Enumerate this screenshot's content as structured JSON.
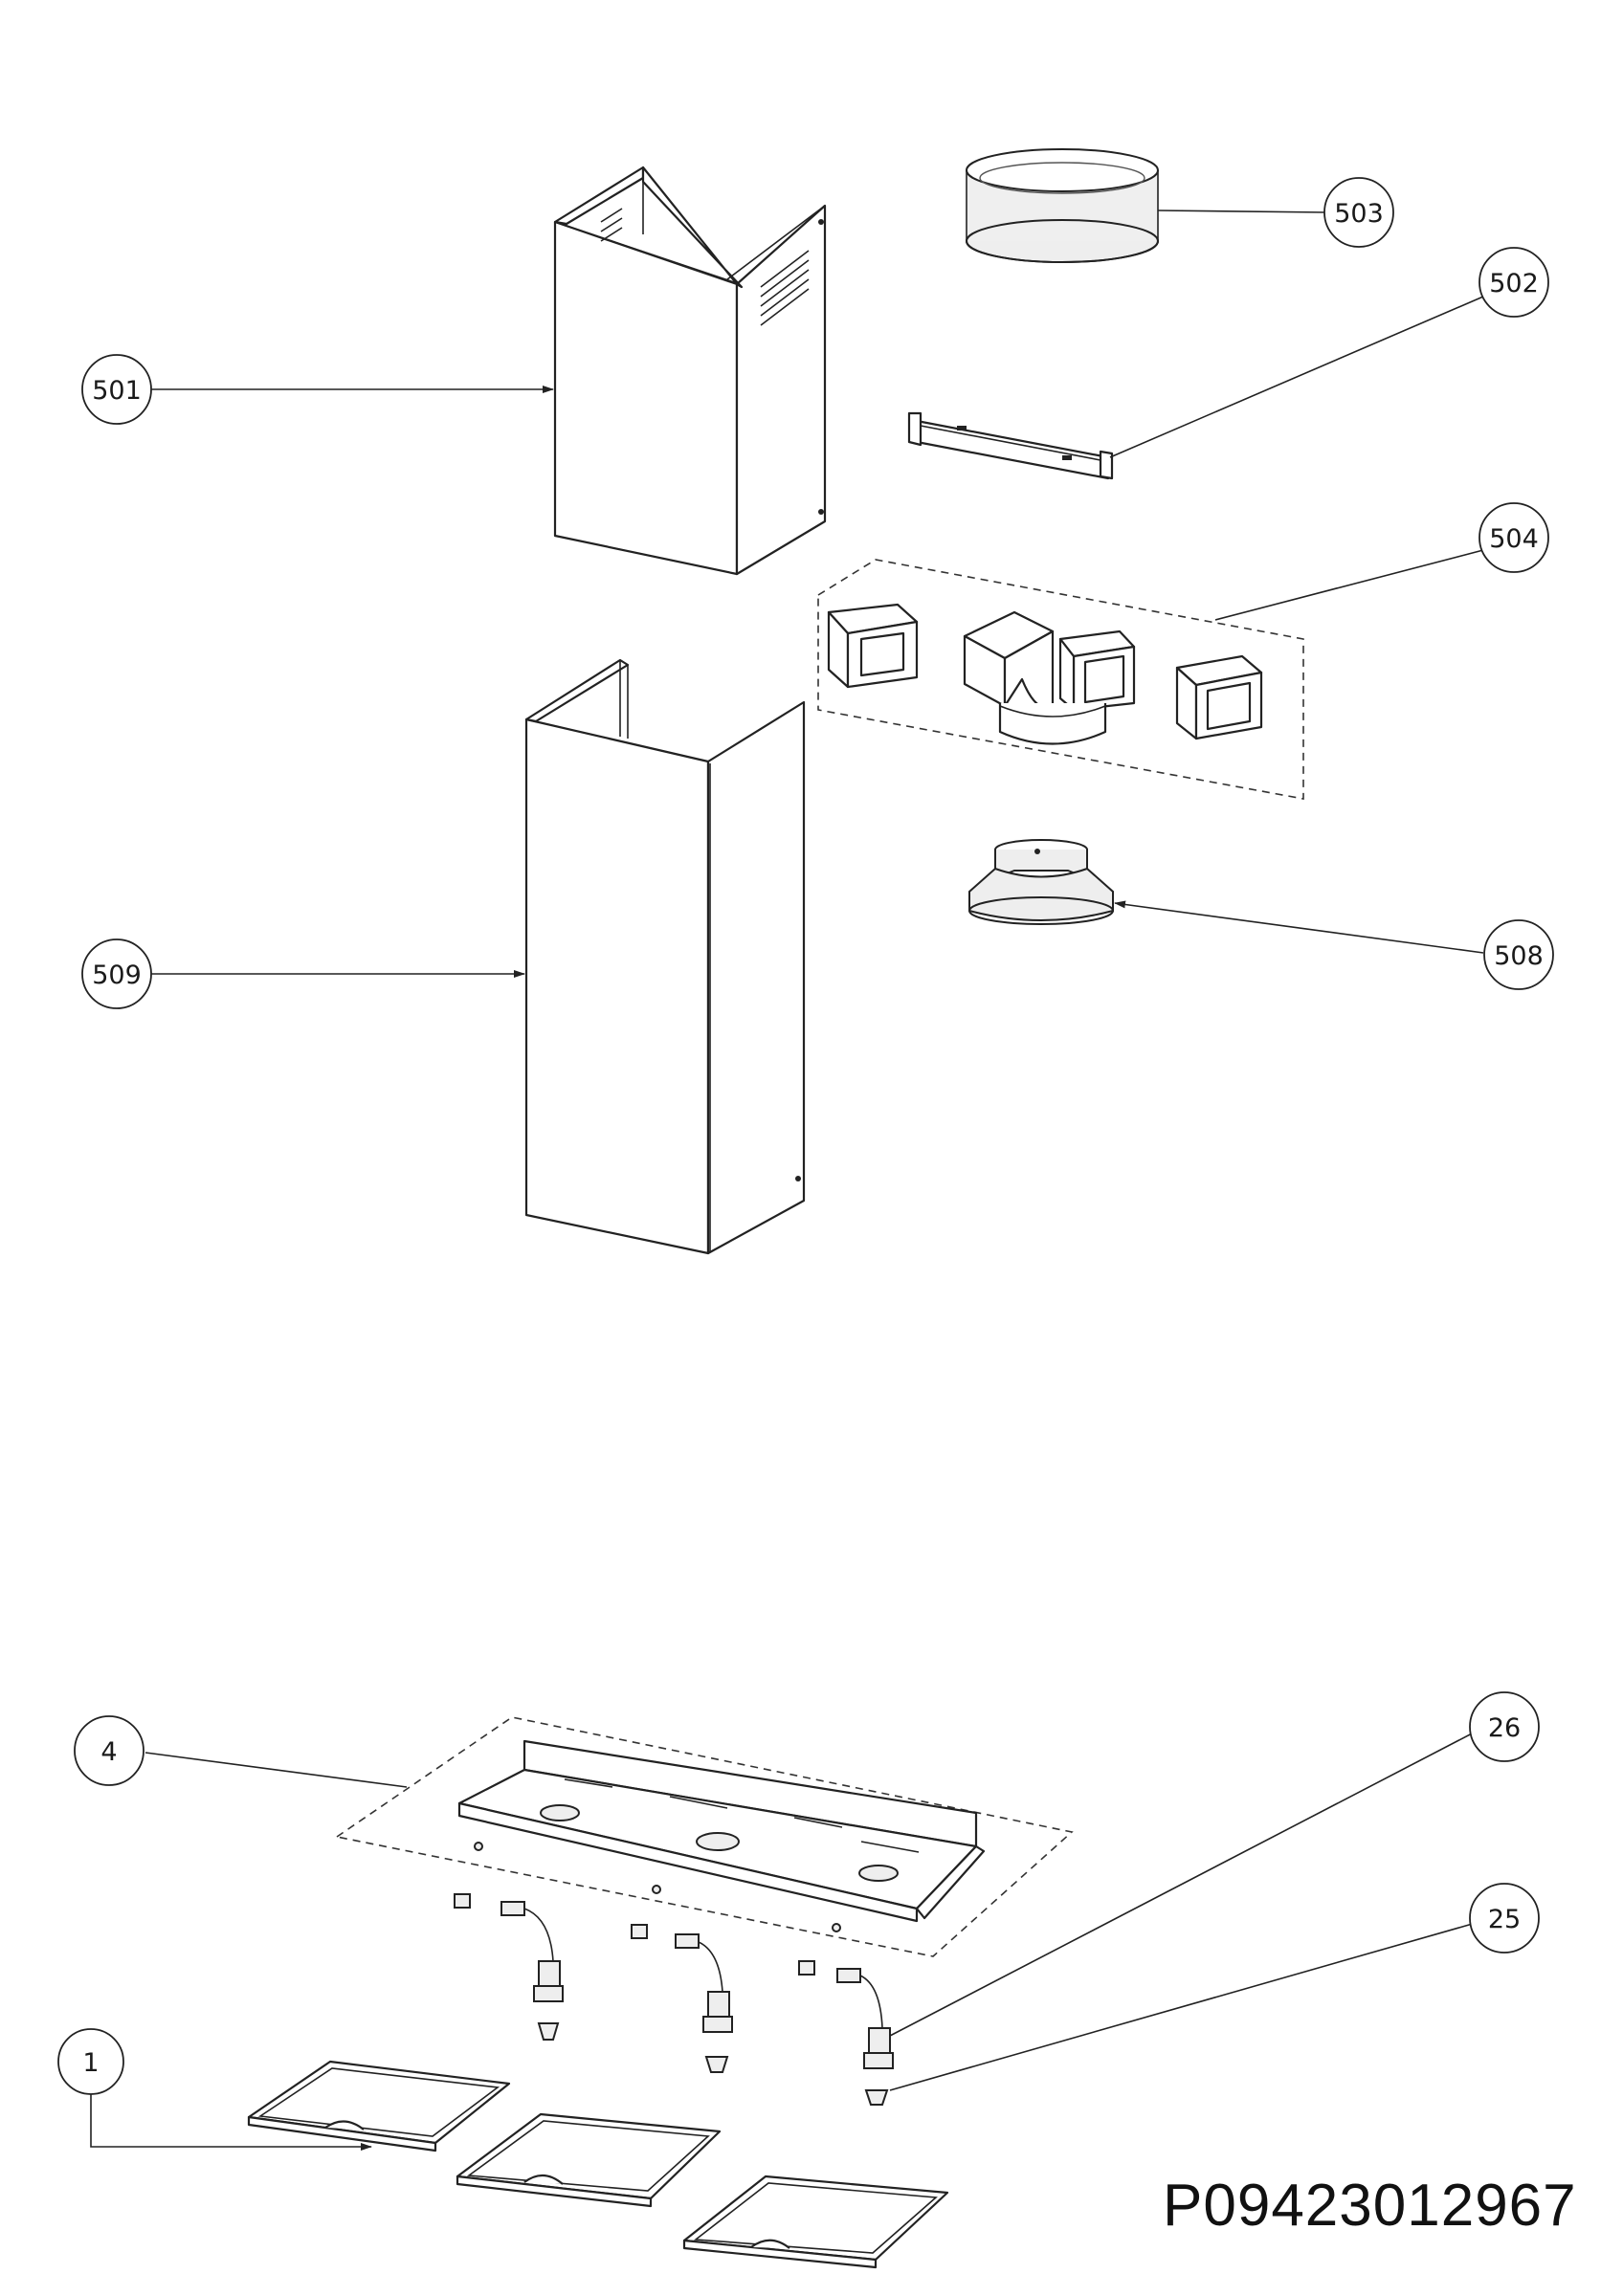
{
  "document": {
    "number": "P09423012967"
  },
  "callouts": [
    {
      "id": "501",
      "label": "501"
    },
    {
      "id": "502",
      "label": "502"
    },
    {
      "id": "503",
      "label": "503"
    },
    {
      "id": "504",
      "label": "504"
    },
    {
      "id": "508",
      "label": "508"
    },
    {
      "id": "509",
      "label": "509"
    },
    {
      "id": "4",
      "label": "4"
    },
    {
      "id": "26",
      "label": "26"
    },
    {
      "id": "25",
      "label": "25"
    },
    {
      "id": "1",
      "label": "1"
    }
  ]
}
